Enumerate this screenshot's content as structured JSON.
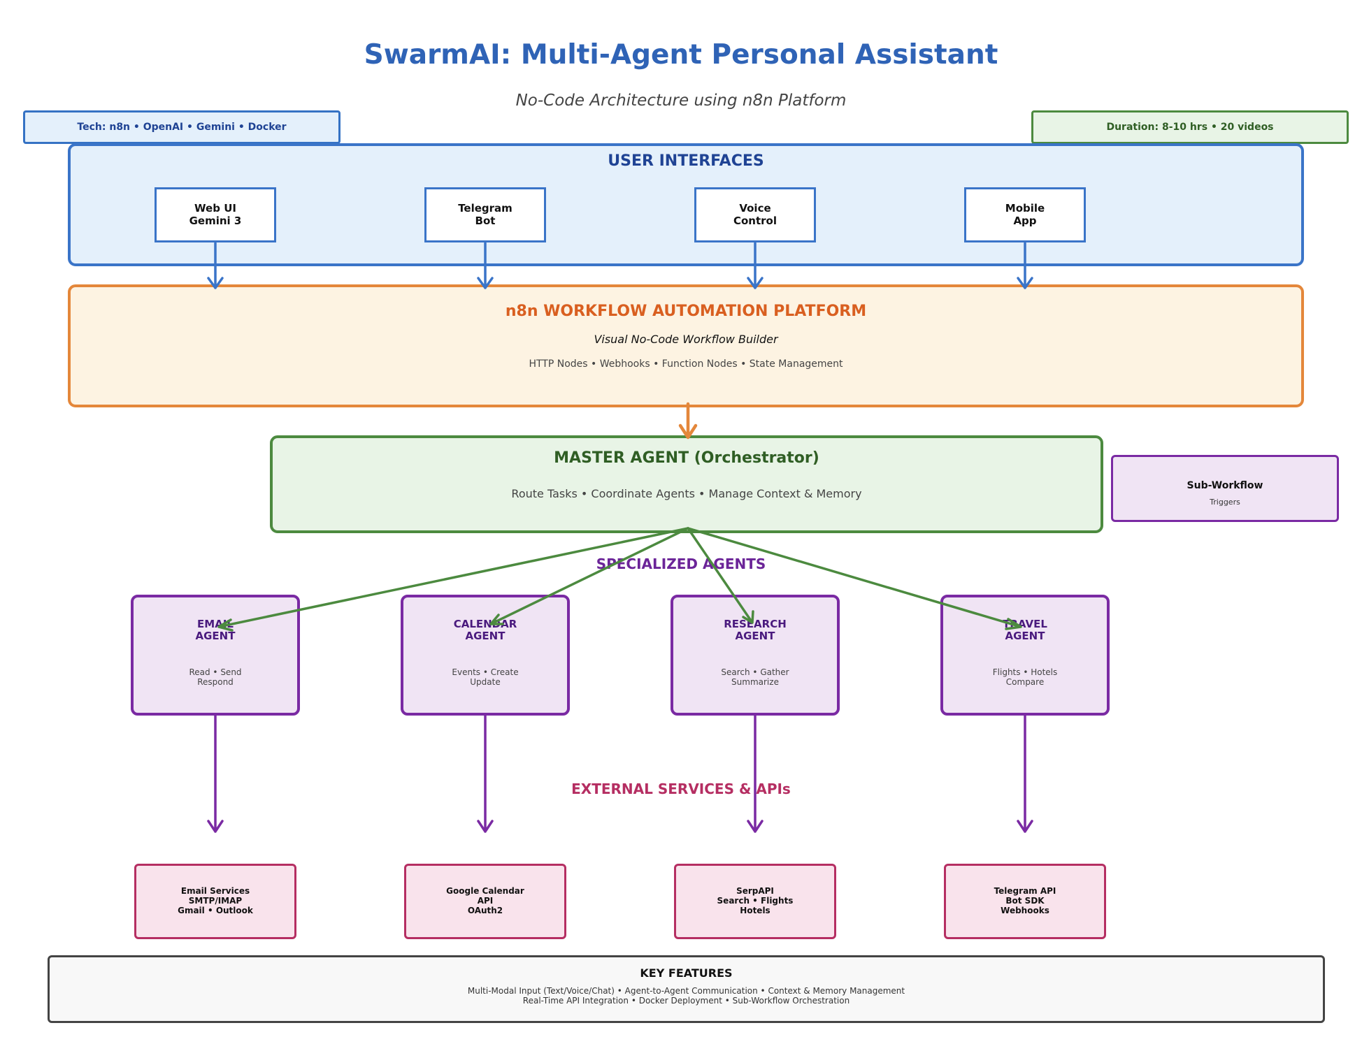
{
  "title": "SwarmAI: Multi-Agent Personal Assistant",
  "subtitle": "No-Code Architecture using n8n Platform",
  "badges": {
    "tech": "Tech: n8n • OpenAI • Gemini • Docker",
    "duration": "Duration: 8-10 hrs • 20 videos"
  },
  "user_interfaces": {
    "heading": "USER INTERFACES",
    "items": [
      "Web UI\nGemini 3",
      "Telegram\nBot",
      "Voice\nControl",
      "Mobile\nApp"
    ]
  },
  "n8n": {
    "heading": "n8n WORKFLOW AUTOMATION PLATFORM",
    "subheading": "Visual No-Code Workflow Builder",
    "detail": "HTTP Nodes • Webhooks • Function Nodes • State Management"
  },
  "master": {
    "heading": "MASTER AGENT (Orchestrator)",
    "detail": "Route Tasks • Coordinate Agents • Manage Context & Memory"
  },
  "sub_workflow": {
    "title": "Sub-Workflow",
    "subtitle": "Triggers"
  },
  "specialized": {
    "heading": "SPECIALIZED AGENTS",
    "agents": [
      {
        "name": "EMAIL\nAGENT",
        "desc": "Read • Send\nRespond"
      },
      {
        "name": "CALENDAR\nAGENT",
        "desc": "Events • Create\nUpdate"
      },
      {
        "name": "RESEARCH\nAGENT",
        "desc": "Search • Gather\nSummarize"
      },
      {
        "name": "TRAVEL\nAGENT",
        "desc": "Flights • Hotels\nCompare"
      }
    ]
  },
  "external": {
    "heading": "EXTERNAL SERVICES & APIs",
    "services": [
      "Email Services\nSMTP/IMAP\nGmail • Outlook",
      "Google Calendar\nAPI\nOAuth2",
      "SerpAPI\nSearch • Flights\nHotels",
      "Telegram API\nBot SDK\nWebhooks"
    ]
  },
  "key_features": {
    "title": "KEY FEATURES",
    "line1": "Multi-Modal Input (Text/Voice/Chat) • Agent-to-Agent Communication • Context & Memory Management",
    "line2": "Real-Time API Integration • Docker Deployment • Sub-Workflow Orchestration"
  },
  "colors": {
    "blue": "#3a74c8",
    "orange": "#e4873a",
    "green": "#4c8a3f",
    "purple": "#7a2aa3",
    "pink": "#b52e62"
  }
}
